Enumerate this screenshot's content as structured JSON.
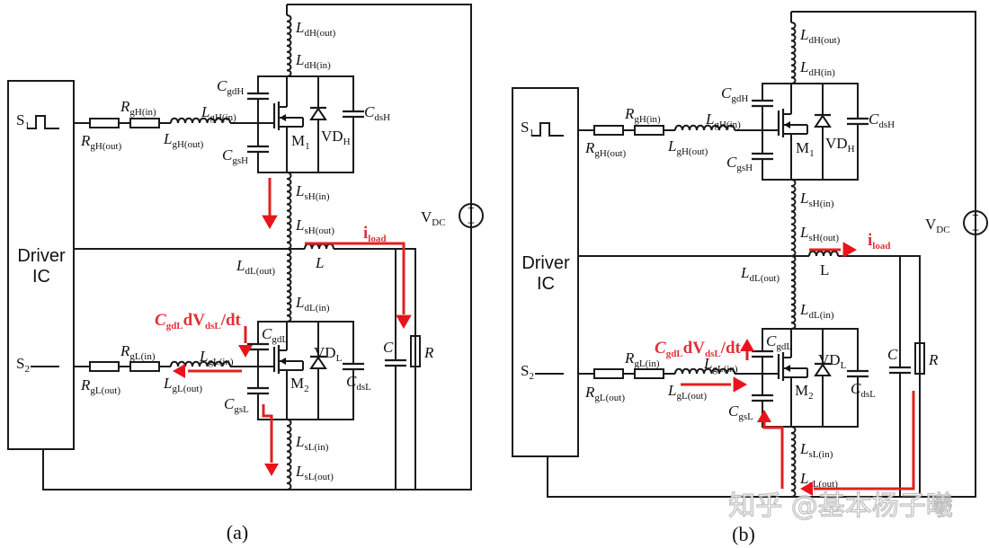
{
  "figure": {
    "watermark": "知乎 @基本杨子曦",
    "colors": {
      "wire": "#1a1a1a",
      "current_path": "#e02020",
      "annotation": "#e0303a"
    }
  },
  "panels": [
    {
      "id": "a",
      "caption": "(a)",
      "driver": {
        "line1": "Driver",
        "line2": "IC",
        "s1": "S",
        "s1_sub": "1",
        "s2": "S",
        "s2_sub": "2"
      },
      "high_side": {
        "r_in": {
          "main": "R",
          "sub": "gH(in)"
        },
        "r_out": {
          "main": "R",
          "sub": "gH(out)"
        },
        "lg_in": {
          "main": "L",
          "sub": "gH(in)"
        },
        "lg_out": {
          "main": "L",
          "sub": "gH(out)"
        },
        "ld_out": {
          "main": "L",
          "sub": "dH(out)"
        },
        "ld_in": {
          "main": "L",
          "sub": "dH(in)"
        },
        "cgd": {
          "main": "C",
          "sub": "gdH"
        },
        "cgs": {
          "main": "C",
          "sub": "gsH"
        },
        "cds": {
          "main": "C",
          "sub": "dsH"
        },
        "mosfet": {
          "main": "M",
          "sub": "1"
        },
        "diode": {
          "main": "VD",
          "sub": "H"
        },
        "ls_in": {
          "main": "L",
          "sub": "sH(in)"
        },
        "ls_out": {
          "main": "L",
          "sub": "sH(out)"
        }
      },
      "low_side": {
        "r_in": {
          "main": "R",
          "sub": "gL(in)"
        },
        "r_out": {
          "main": "R",
          "sub": "gL(out)"
        },
        "lg_in": {
          "main": "L",
          "sub": "gL(in)"
        },
        "lg_out": {
          "main": "L",
          "sub": "gL(out)"
        },
        "ld_out": {
          "main": "L",
          "sub": "dL(out)"
        },
        "ld_in": {
          "main": "L",
          "sub": "dL(in)"
        },
        "cgd": {
          "main": "C",
          "sub": "gdL"
        },
        "cgs": {
          "main": "C",
          "sub": "gsL"
        },
        "cds": {
          "main": "C",
          "sub": "dsL"
        },
        "mosfet": {
          "main": "M",
          "sub": "2"
        },
        "diode": {
          "main": "VD",
          "sub": "L"
        },
        "ls_in": {
          "main": "L",
          "sub": "sL(in)"
        },
        "ls_out": {
          "main": "L",
          "sub": "sL(out)"
        }
      },
      "load": {
        "inductor": "L",
        "capacitor": "C",
        "resistor": "R",
        "source": {
          "main": "V",
          "sub": "DC"
        }
      },
      "annotations": {
        "iload": {
          "main": "i",
          "sub": "load"
        },
        "miller": {
          "c": "C",
          "csub": "gdL",
          "d": "dV",
          "vsub": "dsL",
          "tail": "/dt"
        }
      }
    },
    {
      "id": "b",
      "caption": "(b)",
      "driver": {
        "line1": "Driver",
        "line2": "IC",
        "s1": "S",
        "s1_sub": "1",
        "s2": "S",
        "s2_sub": "2"
      },
      "high_side": {
        "r_in": {
          "main": "R",
          "sub": "gH(in)"
        },
        "r_out": {
          "main": "R",
          "sub": "gH(out)"
        },
        "lg_in": {
          "main": "L",
          "sub": "gH(in)"
        },
        "lg_out": {
          "main": "L",
          "sub": "gH(out)"
        },
        "ld_out": {
          "main": "L",
          "sub": "dH(out)"
        },
        "ld_in": {
          "main": "L",
          "sub": "dH(in)"
        },
        "cgd": {
          "main": "C",
          "sub": "gdH"
        },
        "cgs": {
          "main": "C",
          "sub": "gsH"
        },
        "cds": {
          "main": "C",
          "sub": "dsH"
        },
        "mosfet": {
          "main": "M",
          "sub": "1"
        },
        "diode": {
          "main": "VD",
          "sub": "H"
        },
        "ls_in": {
          "main": "L",
          "sub": "sH(in)"
        },
        "ls_out": {
          "main": "L",
          "sub": "sH(out)"
        }
      },
      "low_side": {
        "r_in": {
          "main": "R",
          "sub": "gL(in)"
        },
        "r_out": {
          "main": "R",
          "sub": "gL(out)"
        },
        "lg_in": {
          "main": "L",
          "sub": "gL(in)"
        },
        "lg_out": {
          "main": "L",
          "sub": "gL(out)"
        },
        "ld_out": {
          "main": "L",
          "sub": "dL(out)"
        },
        "ld_in": {
          "main": "L",
          "sub": "dL(in)"
        },
        "cgd": {
          "main": "C",
          "sub": "gdL"
        },
        "cgs": {
          "main": "C",
          "sub": "gsL"
        },
        "cds": {
          "main": "C",
          "sub": "dsL"
        },
        "mosfet": {
          "main": "M",
          "sub": "2"
        },
        "diode": {
          "main": "VD",
          "sub": "L"
        },
        "ls_in": {
          "main": "L",
          "sub": "sL(in)"
        },
        "ls_out": {
          "main": "L",
          "sub": "sL(out)"
        }
      },
      "load": {
        "inductor": "L",
        "capacitor": "C",
        "resistor": "R",
        "source": {
          "main": "V",
          "sub": "DC"
        }
      },
      "annotations": {
        "iload": {
          "main": "i",
          "sub": "load"
        },
        "miller": {
          "c": "C",
          "csub": "gdL",
          "d": "dV",
          "vsub": "dsL",
          "tail": "/dt"
        }
      }
    }
  ]
}
